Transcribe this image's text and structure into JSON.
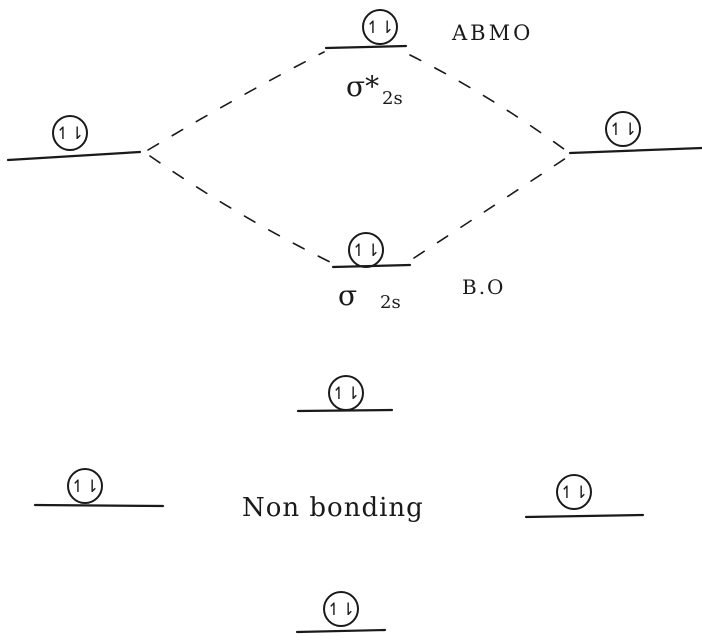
{
  "labels": {
    "antibonding": "ABMO",
    "sigma_star": "σ*",
    "sigma_star_sub": "2s",
    "sigma": "σ",
    "sigma_sub": "2s",
    "bonding": "B.O",
    "nonbonding": "Non bonding"
  },
  "electron_pair_mark": "↿⇂"
}
